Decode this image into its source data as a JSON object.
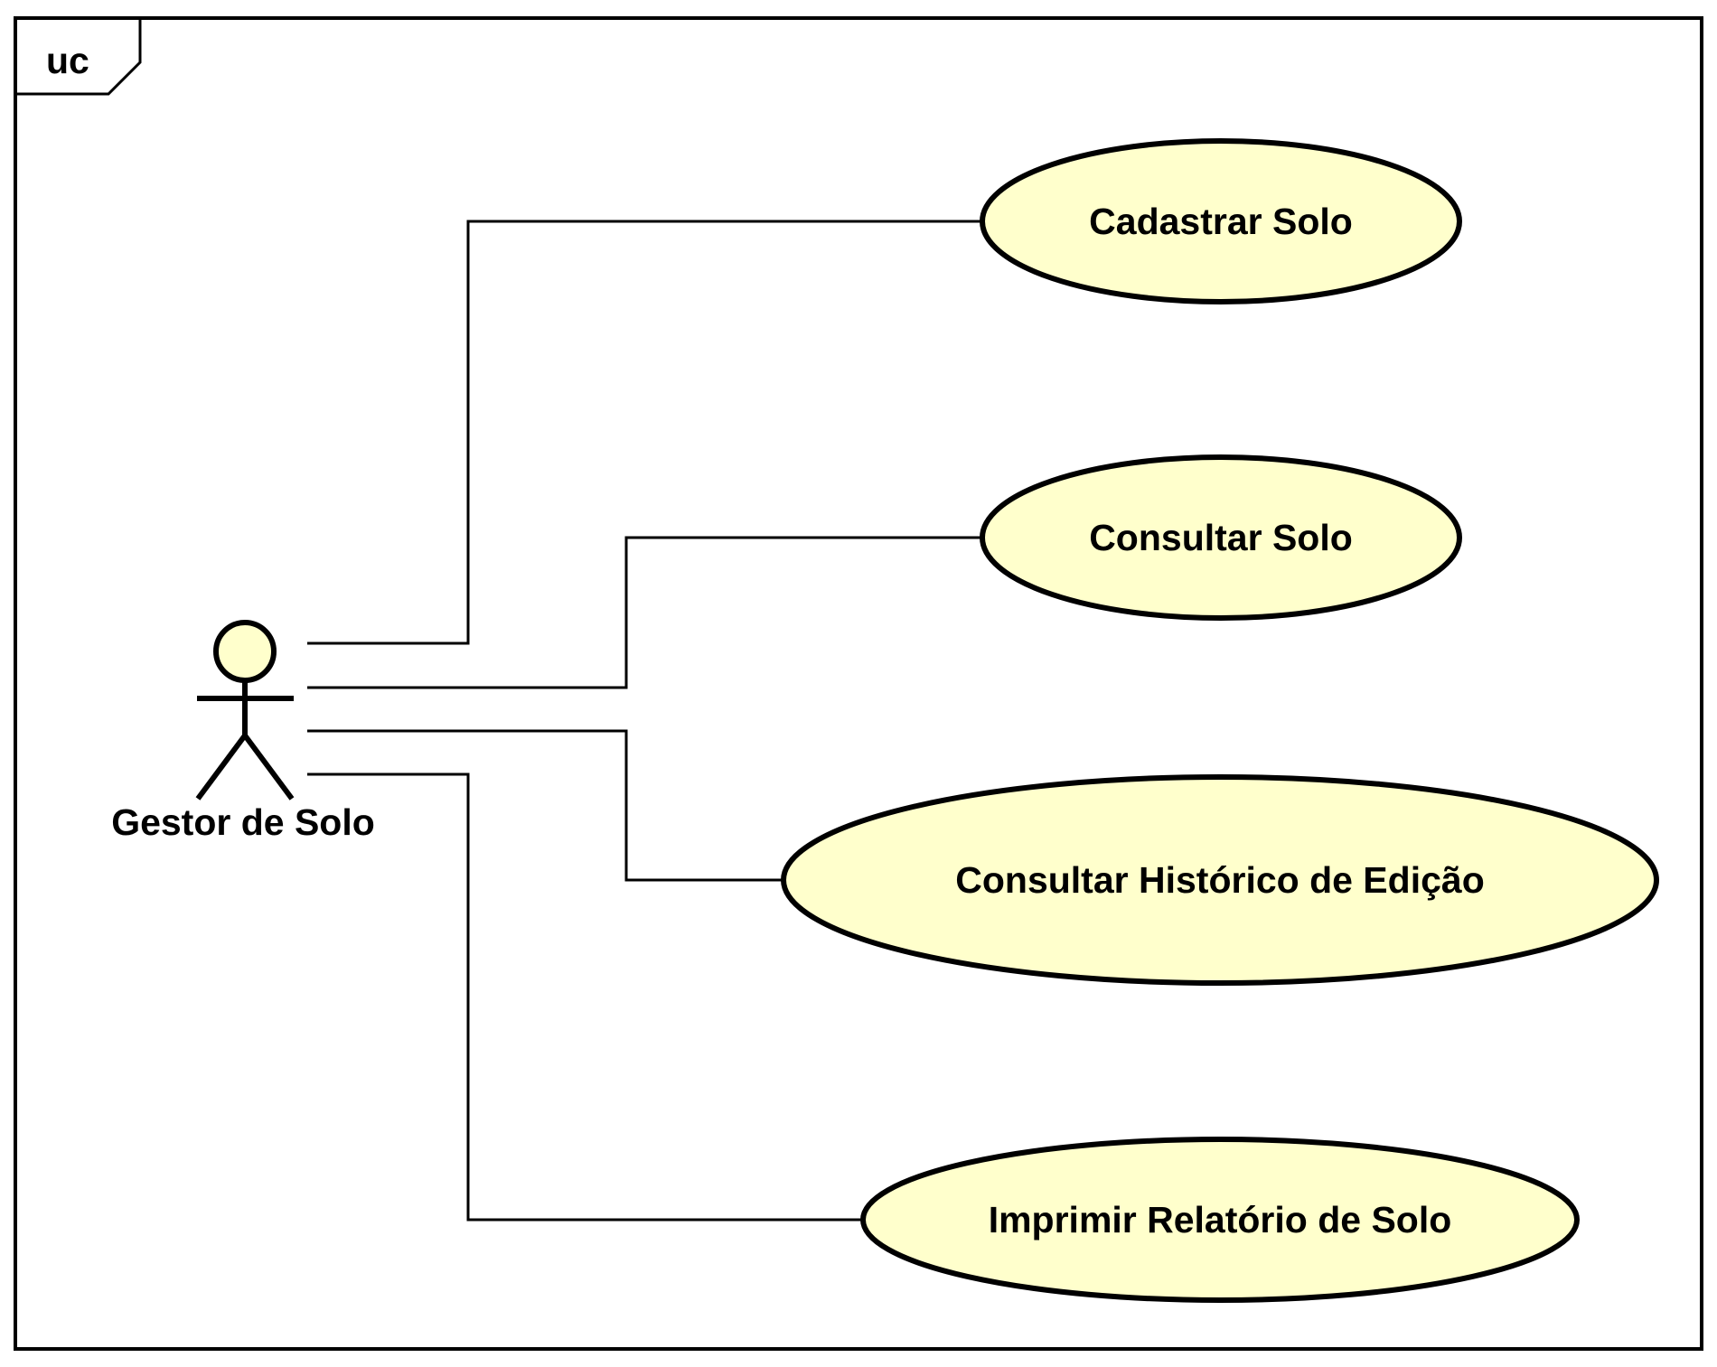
{
  "diagram": {
    "frame_tag": "uc",
    "actor": {
      "name": "Gestor de Solo"
    },
    "use_cases": [
      {
        "label": "Cadastrar Solo"
      },
      {
        "label": "Consultar Solo"
      },
      {
        "label": "Consultar Histórico de Edição"
      },
      {
        "label": "Imprimir Relatório de Solo"
      }
    ],
    "colors": {
      "use_case_fill": "#FFFFCC",
      "actor_head_fill": "#FFFFCC",
      "stroke": "#000000",
      "background": "#FFFFFF"
    }
  }
}
